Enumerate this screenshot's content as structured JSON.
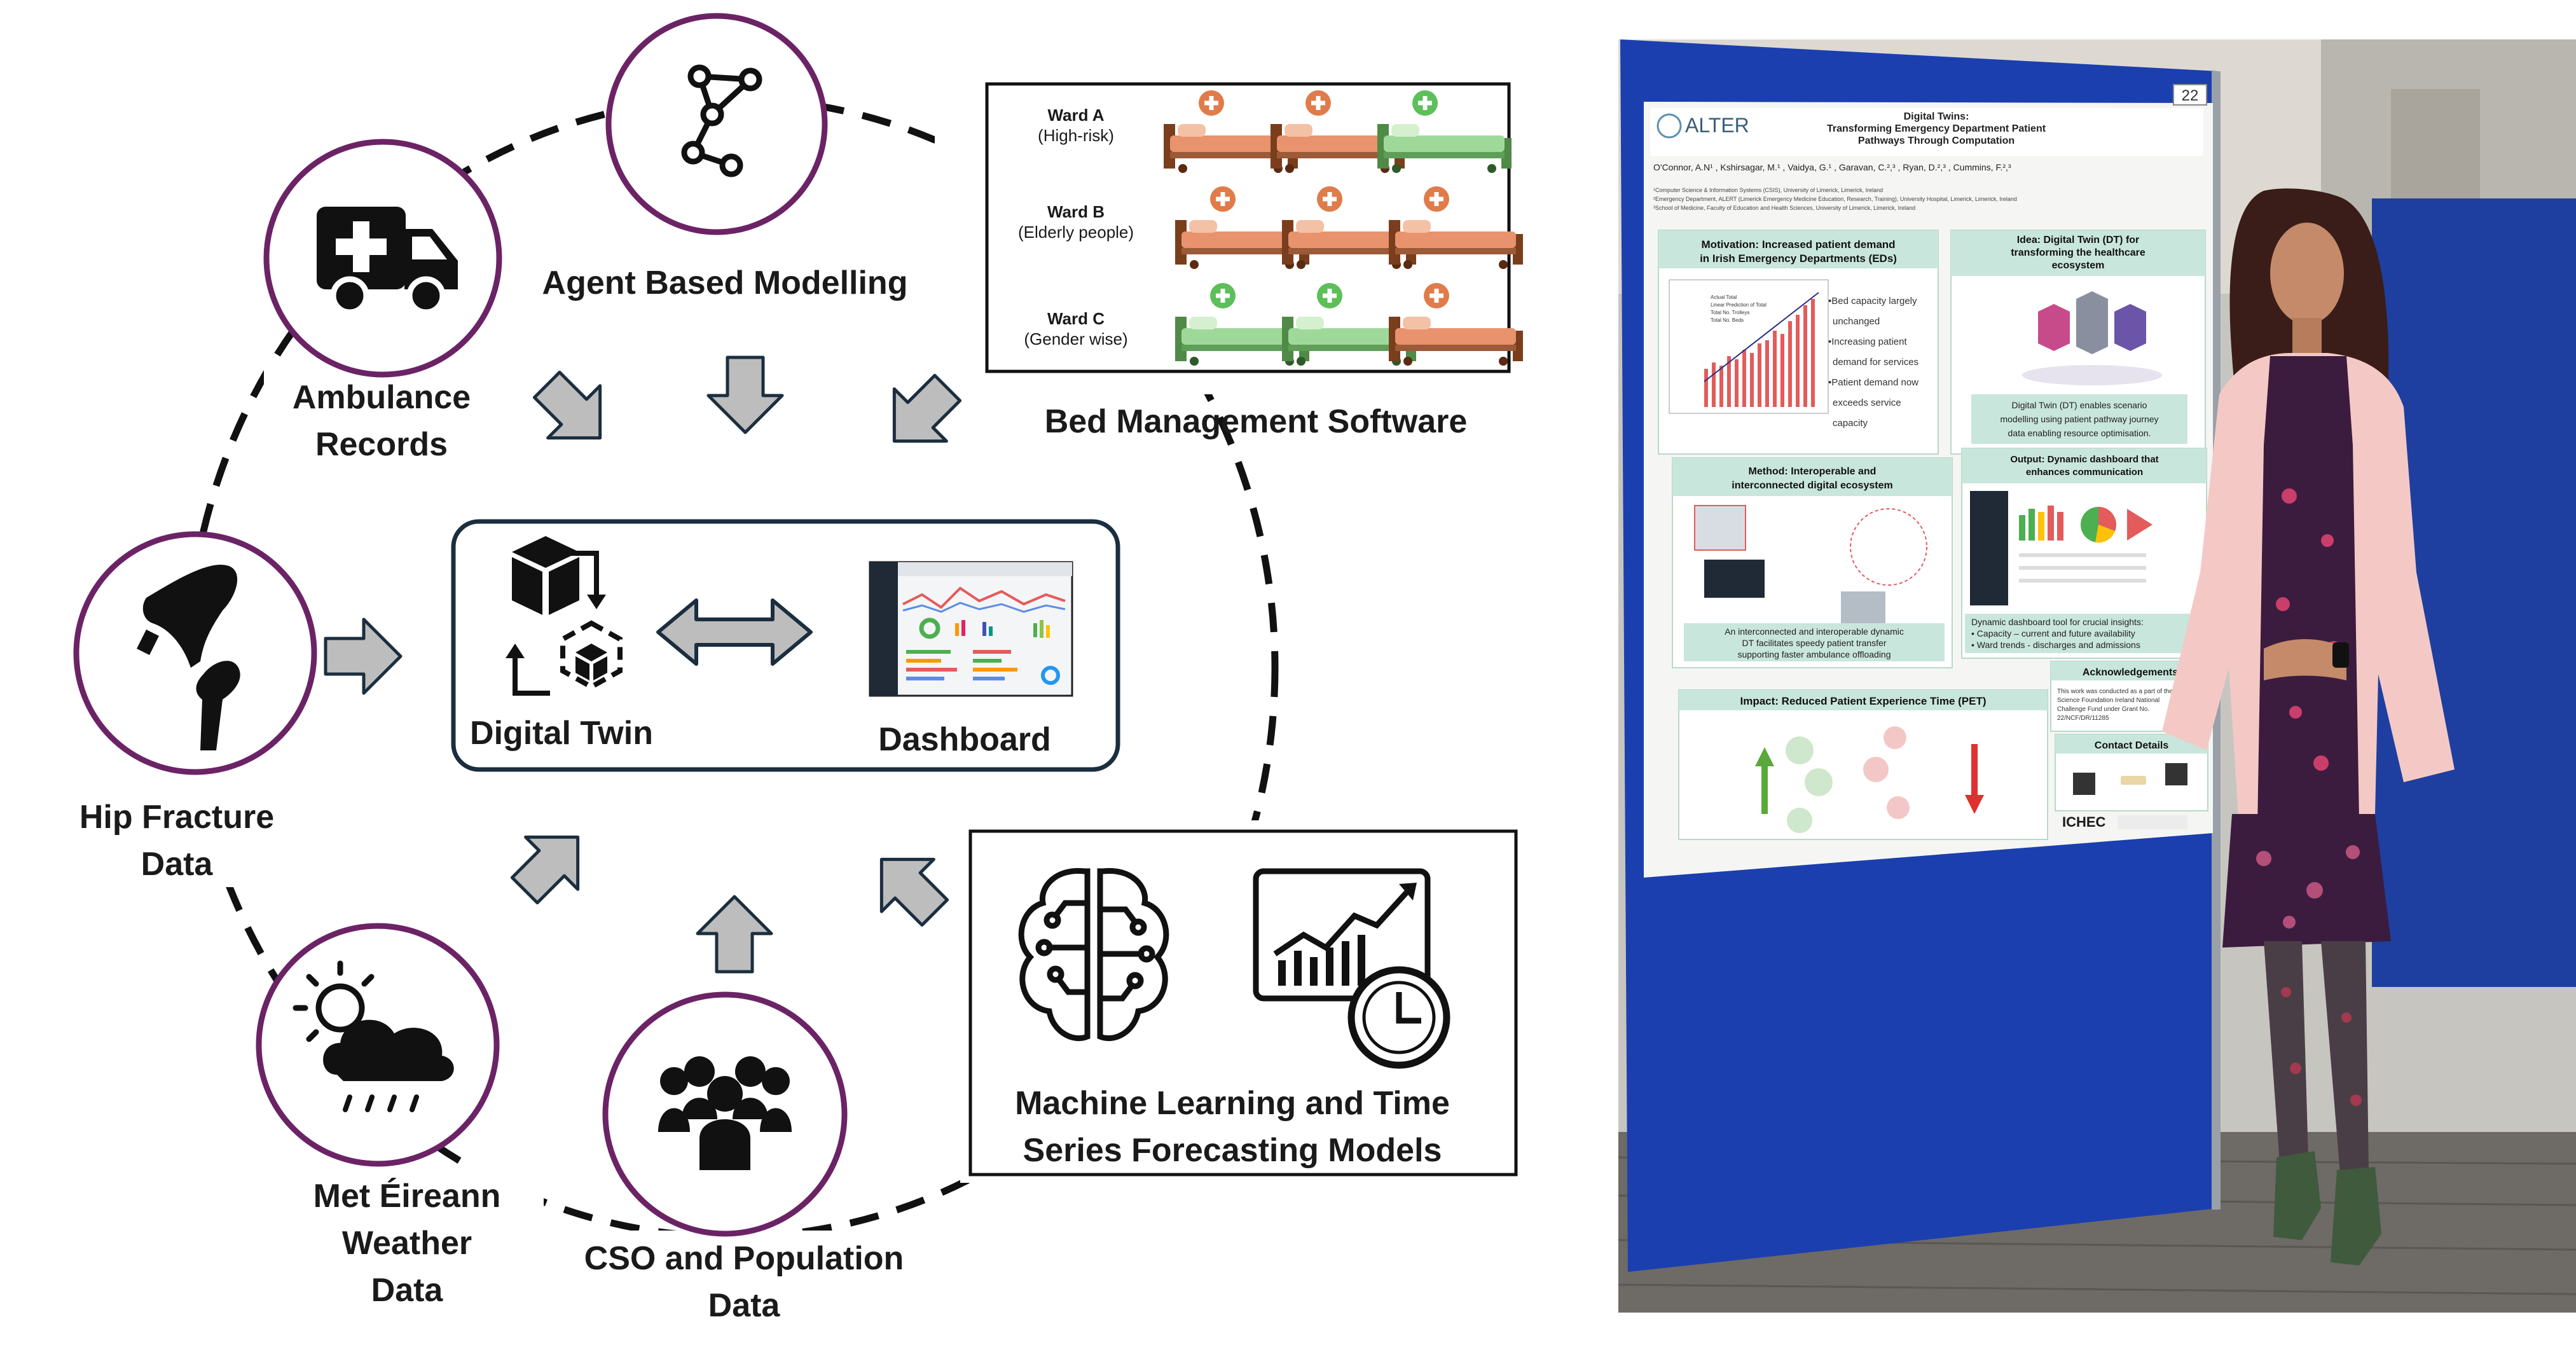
{
  "diagram": {
    "nodes": {
      "agent_based_modelling": "Agent Based Modelling",
      "ambulance_records": [
        "Ambulance",
        "Records"
      ],
      "hip_fracture_data": [
        "Hip Fracture",
        "Data"
      ],
      "met_eireann": [
        "Met Éireann",
        "Weather",
        "Data"
      ],
      "cso_population": [
        "CSO and Population",
        "Data"
      ],
      "bed_management": "Bed Management Software",
      "ml_forecasting": [
        "Machine Learning and Time",
        "Series Forecasting Models"
      ]
    },
    "center": {
      "digital_twin": "Digital Twin",
      "dashboard": "Dashboard"
    },
    "wards": [
      {
        "name": "Ward A",
        "desc": "(High-risk)"
      },
      {
        "name": "Ward B",
        "desc": "(Elderly people)"
      },
      {
        "name": "Ward C",
        "desc": "(Gender wise)"
      }
    ]
  },
  "poster": {
    "logo": "ALTER",
    "board_number": "22",
    "title_line1": "Digital Twins:",
    "title_line2": "Transforming Emergency Department Patient",
    "title_line3": "Pathways Through Computation",
    "authors": "O'Connor, A.N¹ , Kshirsagar, M.¹ , Vaidya, G.¹ , Garavan, C.²,³ , Ryan, D.²,³ , Cummins, F.²,³",
    "affil1": "¹Computer Science & Information Systems (CSIS), University of Limerick, Limerick, Ireland",
    "affil2": "²Emergency Department, ALERT (Limerick Emergency Medicine Education, Research, Training), University Hospital, Limerick, Limerick, Ireland",
    "affil3": "³School of Medicine, Faculty of Education and Health Sciences, University of Limerick, Limerick, Ireland",
    "motivation_title": [
      "Motivation: Increased patient demand",
      "in Irish Emergency Departments (EDs)"
    ],
    "motivation_bullets": [
      "•Bed capacity largely",
      "unchanged",
      "•Increasing patient",
      "demand for services",
      "•Patient demand now",
      "exceeds service",
      "capacity"
    ],
    "legend": [
      "Actual Total",
      "Linear Prediction of Total",
      "Total No. Trolleys",
      "Total No. Beds"
    ],
    "idea_title": [
      "Idea: Digital Twin (DT) for",
      "transforming the healthcare",
      "ecosystem"
    ],
    "idea_text": [
      "Digital Twin (DT) enables scenario",
      "modelling using patient pathway journey",
      "data enabling resource optimisation."
    ],
    "method_title": [
      "Method: Interoperable and",
      "interconnected digital ecosystem"
    ],
    "method_text": [
      "An interconnected and interoperable dynamic",
      "DT facilitates speedy patient transfer",
      "supporting faster ambulance offloading"
    ],
    "output_title": [
      "Output: Dynamic dashboard that",
      "enhances communication"
    ],
    "output_text": [
      "Dynamic dashboard tool for crucial insights:",
      "• Capacity – current and future availability",
      "• Ward trends - discharges and admissions"
    ],
    "impact_title": "Impact: Reduced Patient Experience Time (PET)",
    "ack_title": "Acknowledgements",
    "ack_text": [
      "This work was conducted as a part of the",
      "Science Foundation Ireland National",
      "Challenge Fund under Grant No.",
      "22/NCF/DR/11285"
    ],
    "contact_title": "Contact Details",
    "sponsor": "ICHEC"
  }
}
